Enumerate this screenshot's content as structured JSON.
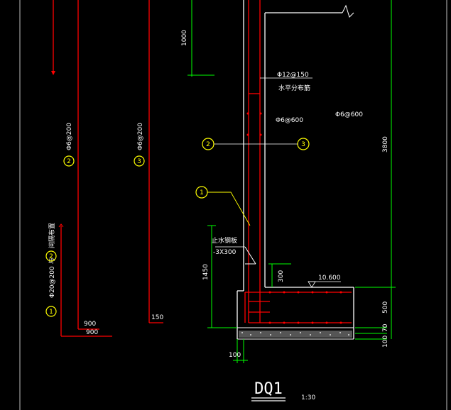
{
  "drawing": {
    "title": "DQ1",
    "scale": "1:30",
    "colors": {
      "background": "#000000",
      "rebar": "#ff0000",
      "outline": "#ffffff",
      "dimension": "#00ff00",
      "callout": "#ffff00"
    }
  },
  "left_details": {
    "bar1": {
      "number": "2",
      "spec": "Φ6@200",
      "length": "900"
    },
    "bar2": {
      "number": "3",
      "spec": "Φ6@200",
      "length": "150"
    },
    "bar3": {
      "number": "1",
      "spec": "Φ20@200 与",
      "number2": "2",
      "spec2": "间隔布置",
      "length": "900"
    }
  },
  "section": {
    "dim_top": "1000",
    "dim_right": "3800",
    "dim_base": "500",
    "dim_base2": "70",
    "dim_bottom": "100",
    "dim_left_low": "1450",
    "dim_step": "300",
    "dim_width": "100",
    "label_top_bar": "Φ12@150",
    "label_top_bar2": "水平分布筋",
    "label_mid": "Φ6@600",
    "label_right": "Φ6@600",
    "label_waterstop": "止水钢板",
    "label_waterstop2": "-3X300",
    "elevation": "10.600",
    "callout_1": "1",
    "callout_2": "2",
    "callout_3": "3"
  }
}
